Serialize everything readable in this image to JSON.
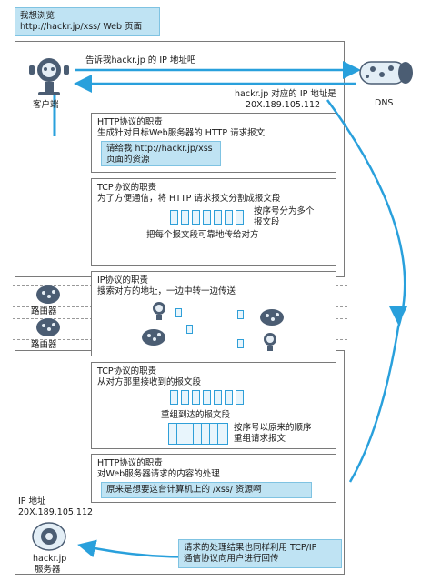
{
  "client": {
    "bubble_line1": "我想浏览",
    "bubble_line2": "http://hackr.jp/xss/ Web 页面",
    "label": "客户端"
  },
  "dns": {
    "label": "DNS",
    "request": "告诉我hackr.jp 的 IP 地址吧",
    "reply_line1": "hackr.jp 对应的 IP 地址是",
    "reply_line2": "20X.189.105.112"
  },
  "http_client": {
    "title": "HTTP协议的职责",
    "desc": "生成针对目标Web服务器的 HTTP 请求报文",
    "bubble_line1": "请给我 http://hackr.jp/xss",
    "bubble_line2": "页面的资源"
  },
  "tcp_client": {
    "title": "TCP协议的职责",
    "desc": "为了方便通信，将 HTTP 请求报文分割成报文段",
    "note_line1": "按序号分为多个",
    "note_line2": "报文段",
    "transmit": "把每个报文段可靠地传给对方"
  },
  "ip": {
    "title": "IP协议的职责",
    "desc": "搜索对方的地址，一边中转一边传送"
  },
  "router": {
    "label1": "路由器",
    "label2": "路由器"
  },
  "tcp_server": {
    "title": "TCP协议的职责",
    "desc": "从对方那里接收到的报文段",
    "reassemble": "重组到达的报文段",
    "note_line1": "按序号以原来的顺序",
    "note_line2": "重组请求报文"
  },
  "http_server": {
    "title": "HTTP协议的职责",
    "desc": "对Web服务器请求的内容的处理",
    "bubble": "原来是想要这台计算机上的 /xss/ 资源啊"
  },
  "server": {
    "ip_label": "IP 地址",
    "ip_value": "20X.189.105.112",
    "name_line1": "hackr.jp",
    "name_line2": "服务器"
  },
  "response": {
    "line1": "请求的处理结果也同样利用 TCP/IP",
    "line2": "通信协议向用户进行回传"
  },
  "colors": {
    "arrow": "#29a0dc",
    "bubble": "#bfe3f3",
    "icon": "#4b5d73"
  }
}
